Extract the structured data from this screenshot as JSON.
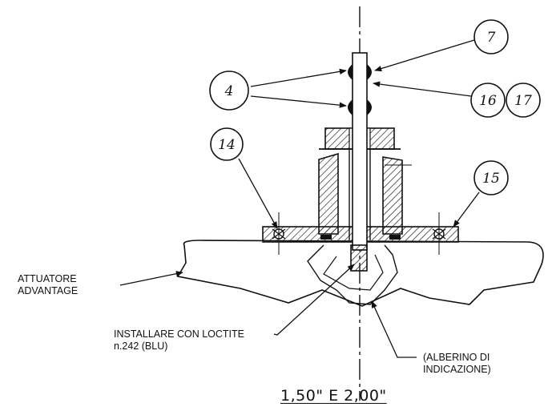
{
  "callouts": {
    "c4": "4",
    "c7": "7",
    "c14": "14",
    "c15": "15",
    "c16": "16",
    "c17": "17"
  },
  "labels": {
    "actuator_line1": "ATTUATORE",
    "actuator_line2": "ADVANTAGE",
    "install_line1": "INSTALLARE CON LOCTITE",
    "install_line2": "n.242 (BLU)",
    "shaft_line1": "(ALBERINO DI",
    "shaft_line2": "INDICAZIONE)"
  },
  "caption": "1,50\" E 2,00\"",
  "colors": {
    "ink": "#111111",
    "background": "#ffffff"
  }
}
